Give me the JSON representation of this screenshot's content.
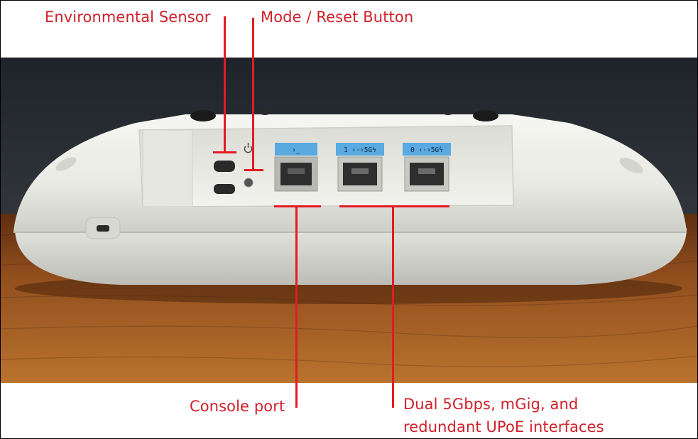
{
  "callouts": {
    "environmental_sensor": "Environmental Sensor",
    "mode_reset_button": "Mode / Reset Button",
    "console_port": "Console port",
    "interfaces_line1": "Dual 5Gbps, mGig, and",
    "interfaces_line2": "redundant UPoE interfaces"
  },
  "port_labels": {
    "console": "›_",
    "port1": "1 ‹·›5Gϟ",
    "port0": "0 ‹·›5Gϟ"
  },
  "colors": {
    "callout_text": "#d0202a",
    "leader_line": "#e31b23",
    "port_label_blue": "#5aa9e0",
    "device_white": "#eeeeea",
    "wall": "#2b2f36",
    "wood": "#8a4a1c"
  },
  "icons": {
    "reset": "power-reset-icon"
  }
}
